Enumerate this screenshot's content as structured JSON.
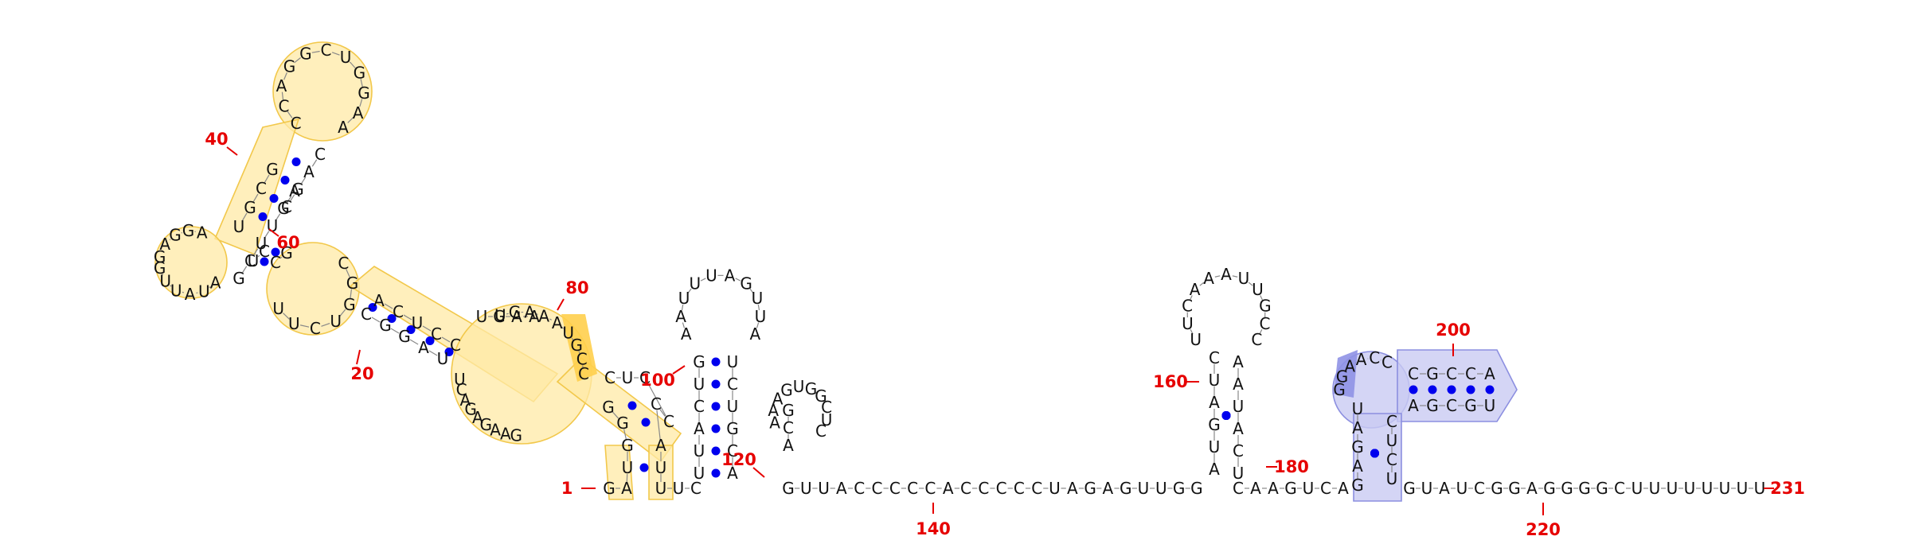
{
  "structure": {
    "position_labels": [
      "1",
      "20",
      "40",
      "60",
      "80",
      "100",
      "120",
      "140",
      "160",
      "180",
      "200",
      "220",
      "231"
    ],
    "colors": {
      "base_pair_dot": "#0000ee",
      "position_label": "#e60000",
      "nucleotide_text": "#111111",
      "highlight_1": "#ffe9a6",
      "highlight_2": "#c9cbf2"
    },
    "segments": {
      "five_prime": "G A",
      "ladder_a_left": "U G",
      "ladder_a_right": "A U",
      "loop_a": "C U C",
      "ladder_b_left": "G G",
      "ladder_b_right": "C C",
      "tail_b": "U U C",
      "loop_80": "U G A A A U G C C",
      "internal_bottom": "G A A G A G A C U",
      "stem_c_left": "C G G A U",
      "stem_c_right": "A C U C C",
      "stem_c_tail": "U G A A",
      "loop_c": "C G G U C U U",
      "stem_d_left": "G C U U G A",
      "loop_e": "A U A U U G",
      "loop_f": "G A G G A",
      "stem_g_left": "U G C G",
      "stem_g_right": "C G A C",
      "hairpin_g": "C C A G G C U G G A A",
      "pair_h_left": "U C",
      "pair_h_right": "C G",
      "stem_i": "G U C A U U",
      "hairpin_i": "A A U U U A G U U A",
      "stem_i_right": "U C U G C A",
      "hairpin_j": "A A A G U G G C U C",
      "stem_j_right": "A C G",
      "linker_k": "G U U A C C C C C A C C C C C U A G A G U U G G",
      "stem_l_left": "A U G A U C",
      "hairpin_l": "U U C A A A U U G C C",
      "stem_l_right": "A A U A C U",
      "linker_m": "C A A G U C A",
      "stem_n_left": "G A G A U",
      "hairpin_n": "G G A A C C",
      "stem_n_inner": "C G C C A",
      "stem_n_outer": "A G C G U",
      "stem_n_right": "C U C U",
      "three_prime": "G U A U C G G A G G G G C U U U U U U U U"
    }
  }
}
